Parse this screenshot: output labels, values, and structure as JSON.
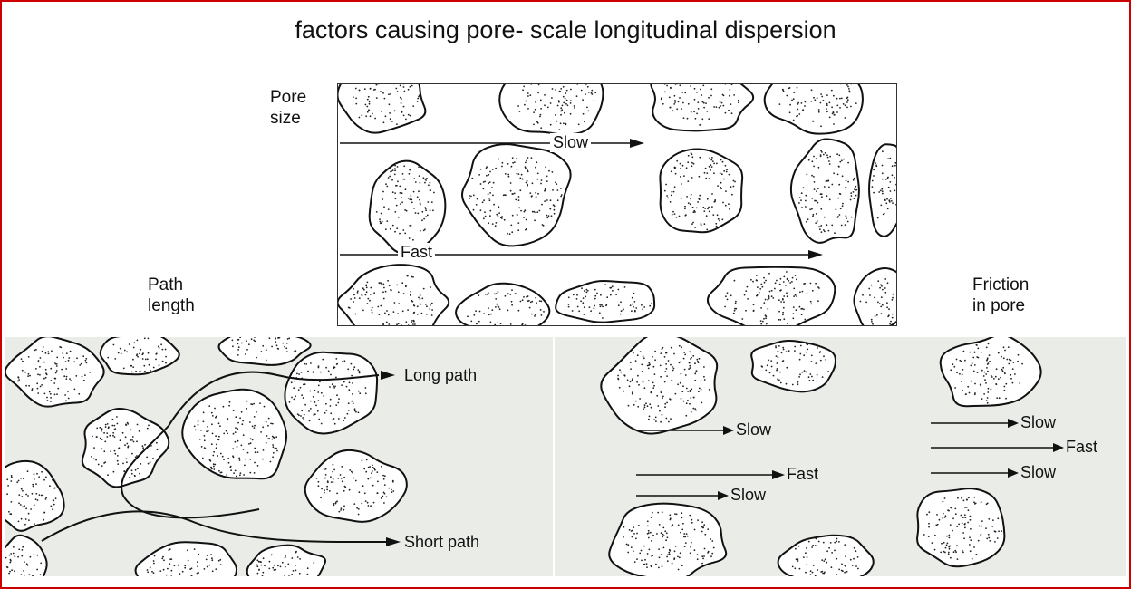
{
  "title": "factors causing pore- scale longitudinal dispersion",
  "labels": {
    "pore_size": [
      "Pore",
      "size"
    ],
    "path_length": [
      "Path",
      "length"
    ],
    "friction": [
      "Friction",
      "in pore"
    ]
  },
  "pore_panel": {
    "slow": "Slow",
    "fast": "Fast"
  },
  "path_panel": {
    "long": "Long path",
    "short": "Short path"
  },
  "friction_panel": {
    "left": [
      "Slow",
      "Fast",
      "Slow"
    ],
    "right": [
      "Slow",
      "Fast",
      "Slow"
    ]
  },
  "colors": {
    "border": "#cc0000",
    "panel_bg": "#e9ece7",
    "ink": "#111111"
  }
}
